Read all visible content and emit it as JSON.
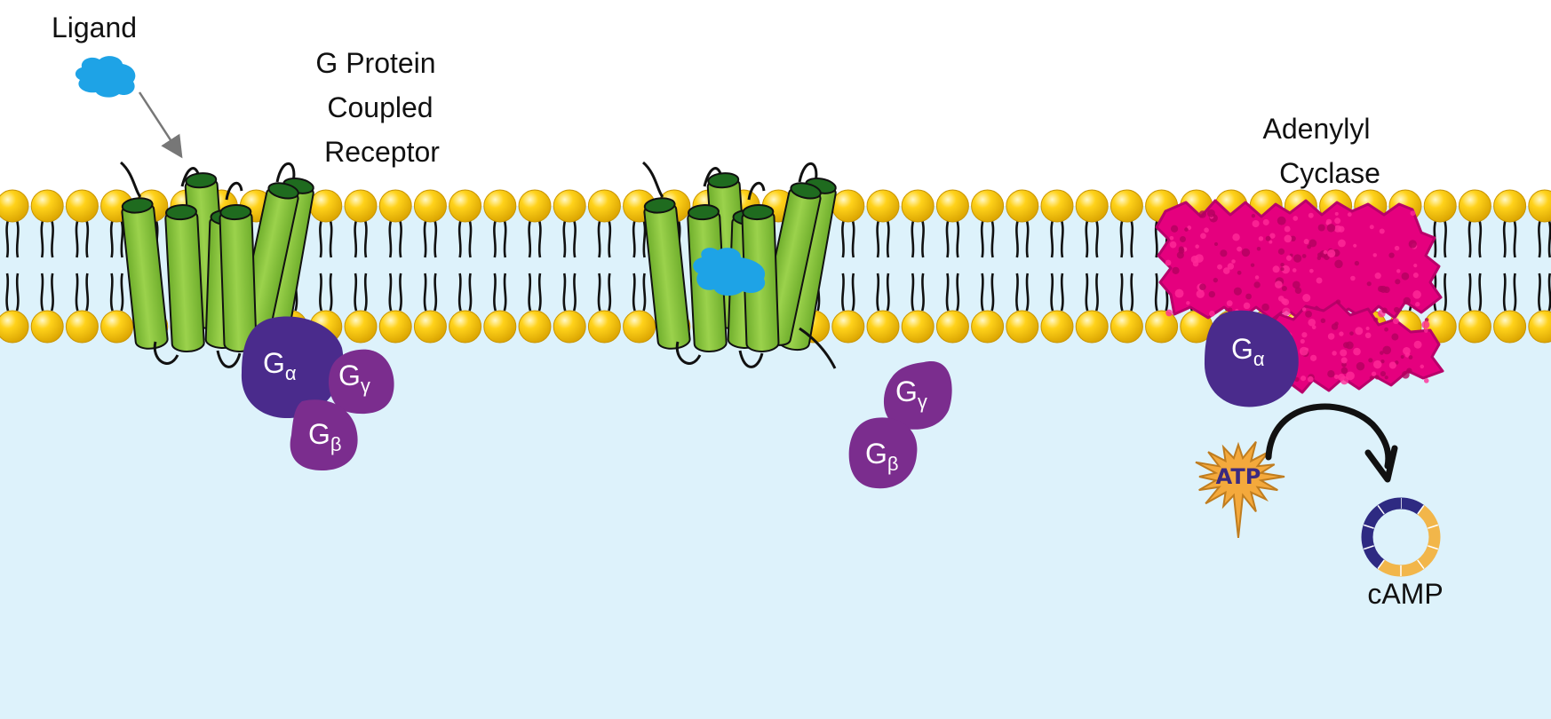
{
  "labels": {
    "ligand": "Ligand",
    "gpcr_line1": "G Protein",
    "gpcr_line2": "Coupled",
    "gpcr_line3": "Receptor",
    "ac_line1": "Adenylyl",
    "ac_line2": "Cyclase",
    "camp": "cAMP",
    "atp": "ATP"
  },
  "subunits": {
    "g_letter": "G",
    "alpha": "α",
    "beta": "β",
    "gamma": "γ"
  },
  "colors": {
    "background_top": "#ffffff",
    "cytoplasm": "#ddf2fb",
    "lipid_head": "#f5c400",
    "lipid_tail": "#111111",
    "helix": "#8dc63f",
    "helix_top": "#1f6b1f",
    "ligand": "#1ea3e6",
    "g_alpha": "#4a2b8c",
    "g_beta_gamma": "#7b2d8e",
    "adenylyl_cyclase": "#e5007e",
    "atp_fill": "#f4a93c",
    "atp_text": "#3b2a80",
    "camp_dark": "#2e2a82",
    "camp_light": "#f2b64a"
  }
}
